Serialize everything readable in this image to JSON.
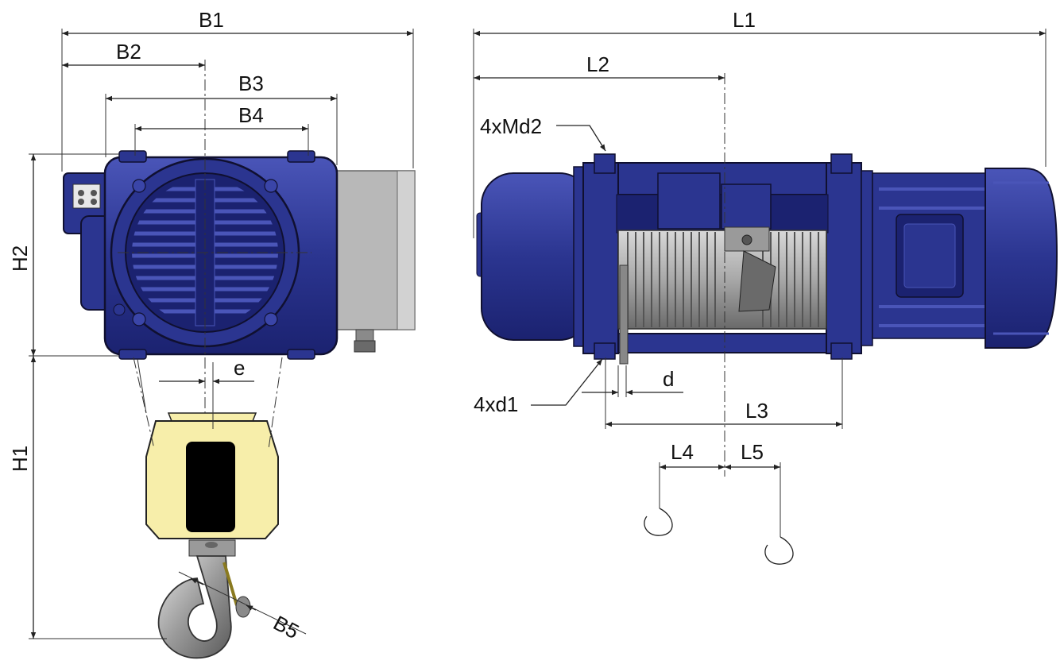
{
  "dimensions": {
    "b1": "B1",
    "b2": "B2",
    "b3": "B3",
    "b4": "B4",
    "b5": "B5",
    "h1": "H1",
    "h2": "H2",
    "e": "e",
    "l1": "L1",
    "l2": "L2",
    "l3": "L3",
    "l4": "L4",
    "l5": "L5",
    "d": "d",
    "md2": "4xMd2",
    "d1": "4xd1"
  },
  "colors": {
    "body_blue": "#2b3590",
    "body_blue_dark": "#1b2270",
    "body_blue_light": "#4a55b8",
    "grey_box": "#b8b8b8",
    "hook_block_yellow": "#f7eeaa",
    "hook_grey": "#a0a0a0",
    "drum_grey": "#b5b5b5"
  }
}
